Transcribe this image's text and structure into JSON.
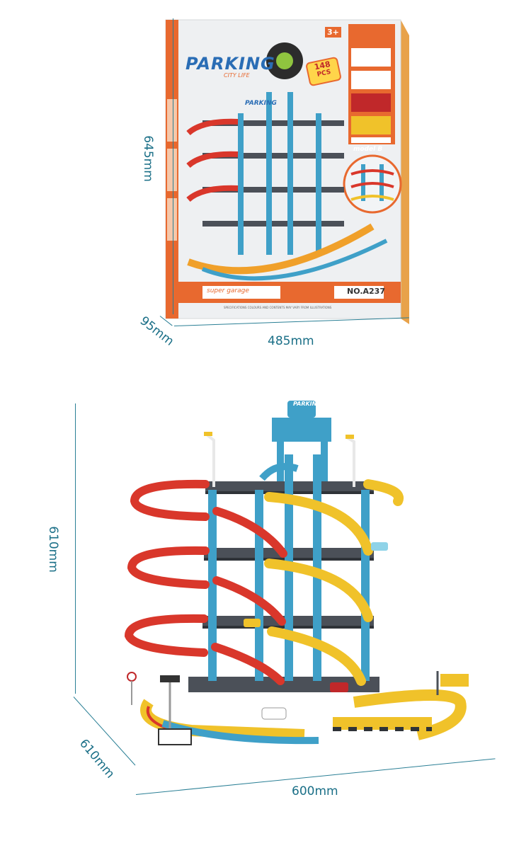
{
  "box": {
    "logo_text": "PARKING",
    "logo_subtext": "CITY LIFE",
    "age_badge": "3+",
    "pieces_badge_top": "148",
    "pieces_badge_bottom": "PCS",
    "model_label": "model B",
    "product_name": "super garage",
    "model_number": "NO.A237",
    "fine_print": "SPECIFICATIONS COLOURS AND CONTENTS MAY VARY FROM ILLUSTRATIONS",
    "sign_text": "PARKING"
  },
  "dimensions": {
    "box_height": "645mm",
    "box_depth": "95mm",
    "box_width": "485mm",
    "toy_height": "610mm",
    "toy_depth": "610mm",
    "toy_width": "600mm"
  },
  "toy": {
    "top_sign_text": "PARKING"
  },
  "colors": {
    "dimension_line": "#2a7f95",
    "pillar_blue": "#3fa0c8",
    "ramp_red": "#d9372b",
    "ramp_yellow": "#f0c22a",
    "floor_gray": "#4b5058",
    "box_orange": "#e8692f"
  }
}
